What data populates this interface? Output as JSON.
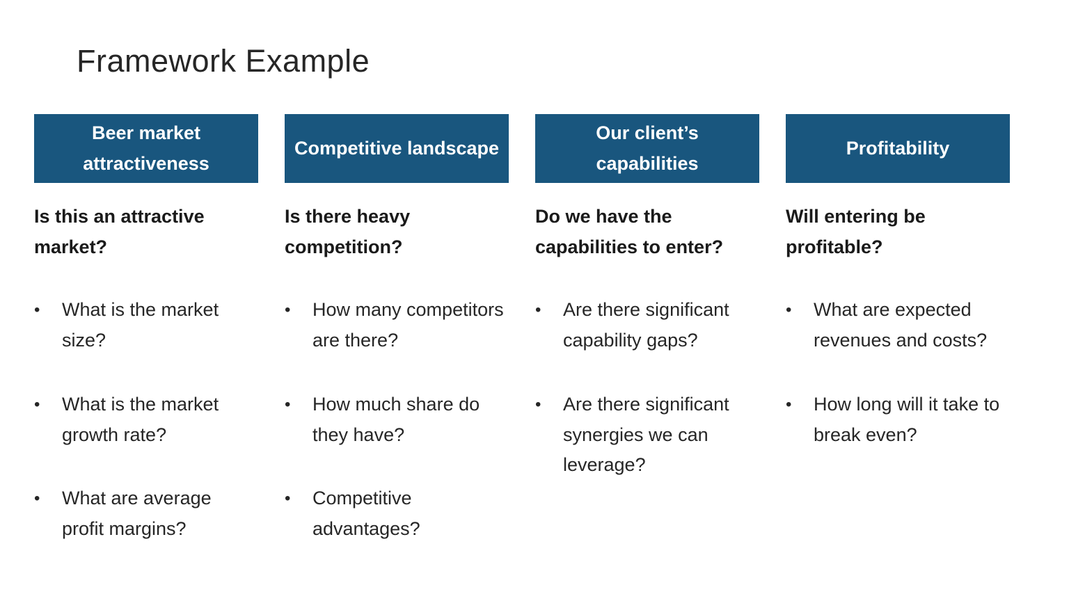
{
  "slide": {
    "title": "Framework Example",
    "accent_color": "#19567E",
    "columns": [
      {
        "header": "Beer market attractiveness",
        "question": "Is this an attractive market?",
        "bullets": [
          "What is the market size?",
          "What is the market growth rate?",
          "What are average profit margins?"
        ]
      },
      {
        "header": "Competitive landscape",
        "question": "Is there heavy competition?",
        "bullets": [
          "How many competitors are there?",
          "How much share do they have?",
          "Competitive advantages?"
        ]
      },
      {
        "header": "Our client’s capabilities",
        "question": "Do we have the capabilities to enter?",
        "bullets": [
          "Are there significant capability gaps?",
          "Are there significant synergies we can leverage?"
        ]
      },
      {
        "header": "Profitability",
        "question": "Will entering be profitable?",
        "bullets": [
          "What are expected revenues and costs?",
          "How long will it take to break even?"
        ]
      }
    ]
  }
}
